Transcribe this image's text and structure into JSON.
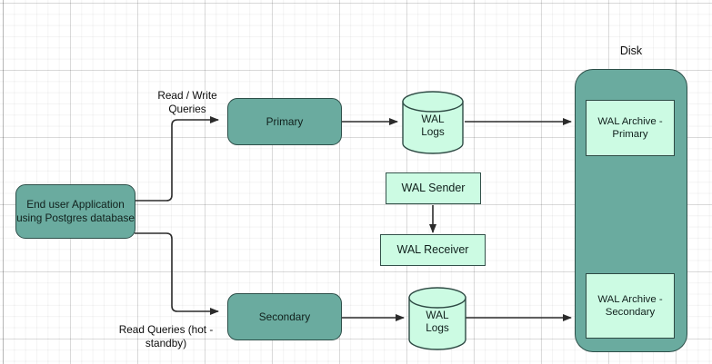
{
  "diagram": {
    "title_label": "Disk",
    "colors": {
      "teal_fill": "#6aab9f",
      "mint_fill": "#ccfbe3",
      "stroke": "#2d4f49",
      "wire": "#2b2b2b",
      "grid_minor": "#f0f0f0",
      "grid_major": "#e2e2e2",
      "canvas": "#ffffff"
    },
    "nodes": {
      "end_user_app": "End user Application\nusing Postgres database",
      "primary": "Primary",
      "secondary": "Secondary",
      "wal_logs_primary": "WAL\nLogs",
      "wal_logs_secondary": "WAL\nLogs",
      "wal_sender": "WAL Sender",
      "wal_receiver": "WAL Receiver",
      "wal_archive_primary": "WAL Archive -\nPrimary",
      "wal_archive_secondary": "WAL Archive -\nSecondary",
      "disk": "Disk"
    },
    "edge_labels": {
      "read_write_queries": "Read / Write\nQueries",
      "read_queries_hot_standby": "Read Queries (hot -\nstandby)"
    }
  }
}
